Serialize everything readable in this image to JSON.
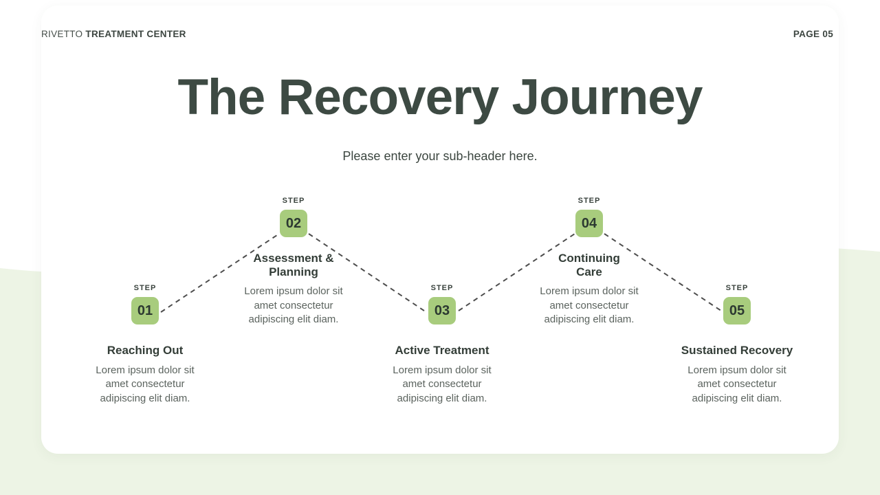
{
  "header": {
    "brand_regular": "RIVETTO",
    "brand_bold": "TREATMENT CENTER",
    "page_label": "PAGE 05"
  },
  "title": "The Recovery Journey",
  "subtitle": "Please enter your sub-header here.",
  "steps": [
    {
      "label": "STEP",
      "number": "01",
      "title": "Reaching Out",
      "description": "Lorem ipsum dolor sit\namet consectetur\nadipiscing elit diam."
    },
    {
      "label": "STEP",
      "number": "02",
      "title": "Assessment &\nPlanning",
      "description": "Lorem ipsum dolor sit\namet consectetur\nadipiscing elit diam."
    },
    {
      "label": "STEP",
      "number": "03",
      "title": "Active Treatment",
      "description": "Lorem ipsum dolor sit\namet consectetur\nadipiscing elit diam."
    },
    {
      "label": "STEP",
      "number": "04",
      "title": "Continuing\nCare",
      "description": "Lorem ipsum dolor sit\namet consectetur\nadipiscing elit diam."
    },
    {
      "label": "STEP",
      "number": "05",
      "title": "Sustained Recovery",
      "description": "Lorem ipsum dolor sit\namet consectetur\nadipiscing elit diam."
    }
  ],
  "colors": {
    "accent_green": "#a8cc7d",
    "wave_green": "#edf4e5",
    "dark_text": "#3d4a43",
    "body_text": "#5b635e",
    "connector": "#4d4d4d",
    "card_background": "#ffffff"
  }
}
